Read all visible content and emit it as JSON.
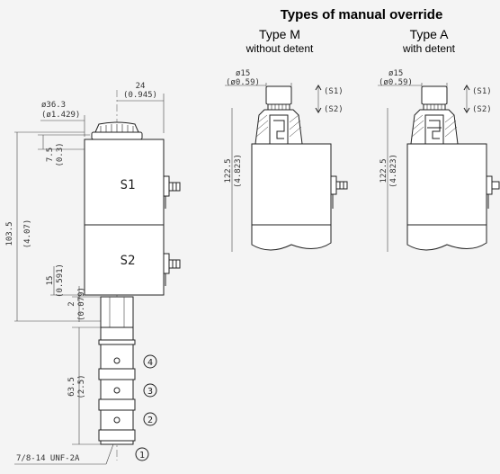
{
  "header": {
    "title": "Types of manual override",
    "type_m": "Type M",
    "type_m_sub": "without detent",
    "type_a": "Type A",
    "type_a_sub": "with detent"
  },
  "main_view": {
    "dim_width_top": "24",
    "dim_width_top_in": "(0.945)",
    "dim_diameter": "ø36.3",
    "dim_diameter_in": "(ø1.429)",
    "dim_cap": "7.5",
    "dim_cap_in": "(0.3)",
    "dim_total": "103.5",
    "dim_total_in": "(4.07)",
    "dim_s2": "15",
    "dim_s2_in": "(0.591)",
    "dim_gap": "2",
    "dim_gap_in": "(0.079)",
    "dim_cartridge": "63.5",
    "dim_cartridge_in": "(2.5)",
    "coil_s1": "S1",
    "coil_s2": "S2",
    "thread": "7/8-14 UNF-2A",
    "ports": [
      "4",
      "3",
      "2",
      "1"
    ]
  },
  "override_m": {
    "dim_dia": "ø15",
    "dim_dia_in": "(ø0.59)",
    "dim_height": "122.5",
    "dim_height_in": "(4.823)",
    "s1": "(S1)",
    "s2": "(S2)"
  },
  "override_a": {
    "dim_dia": "ø15",
    "dim_dia_in": "(ø0.59)",
    "dim_height": "122.5",
    "dim_height_in": "(4.823)",
    "s1": "(S1)",
    "s2": "(S2)"
  }
}
